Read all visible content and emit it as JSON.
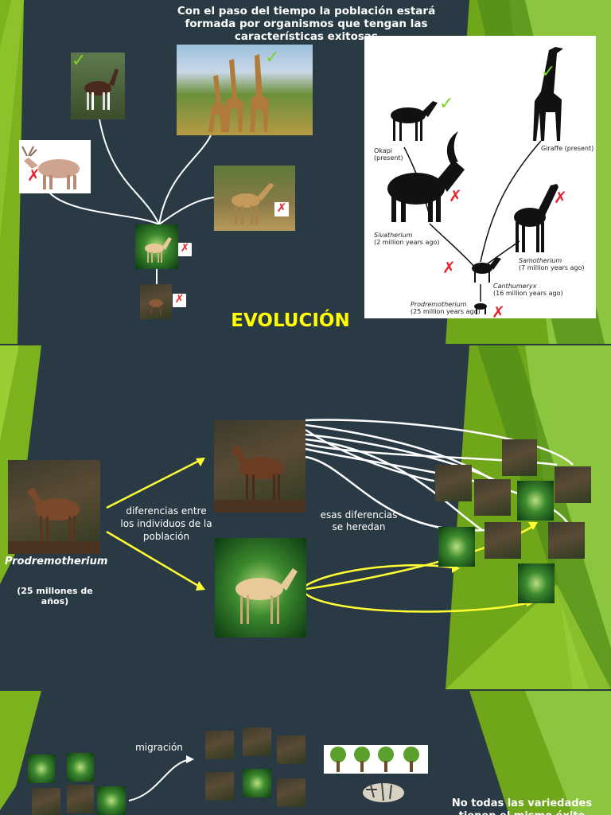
{
  "slide1": {
    "heading": "Con el paso del tiempo la población estará formada por organismos que tengan las características exitosas",
    "title": "EVOLUCIÓN",
    "mark_ok": "✓",
    "mark_no": "✗",
    "diagram_labels": {
      "okapi": "Okapi",
      "okapi_sub": "(present)",
      "giraffe": "Giraffe (present)",
      "sivatherium": "Sivatherium",
      "sivatherium_sub": "(2 million years ago)",
      "samotherium": "Samotherium",
      "samotherium_sub": "(7 million years ago)",
      "canthumeryx": "Canthumeryx",
      "canthumeryx_sub": "(16 million years ago)",
      "prodremotherium": "Prodremotherium",
      "prodremotherium_sub": "(25 million years ago)"
    }
  },
  "slide2": {
    "species": "Prodremotherium",
    "species_age": "(25 millones de años)",
    "text_differences": "diferencias entre los individuos de la población",
    "text_inherit": "esas diferencias se heredan"
  },
  "slide3": {
    "migration": "migración",
    "bottom_text": "No todas las variedades tienen el mismo éxito"
  },
  "colors": {
    "background": "#293a44",
    "accent_green": "#7bb21e",
    "title_yellow": "#ffff00",
    "check_green": "#7fd324",
    "cross_red": "#e8212a"
  }
}
